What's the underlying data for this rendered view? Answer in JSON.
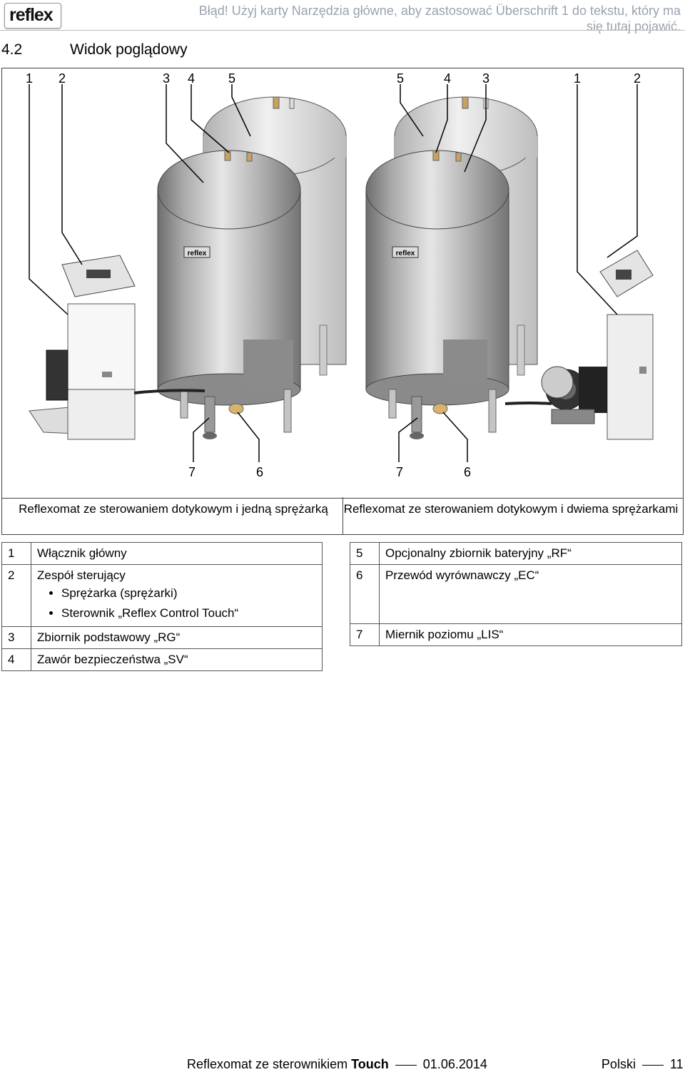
{
  "header": {
    "logo": "reflex",
    "error_line1": "Błąd! Użyj karty Narzędzia główne, aby zastosować Überschrift 1 do tekstu, który ma",
    "error_line2": "się tutaj pojawić."
  },
  "section": {
    "number": "4.2",
    "title": "Widok poglądowy"
  },
  "figure": {
    "top_numbers_left": [
      "1",
      "2",
      "3",
      "4",
      "5"
    ],
    "top_numbers_right": [
      "5",
      "4",
      "3",
      "1",
      "2"
    ],
    "bottom_numbers_left": [
      "7",
      "6"
    ],
    "bottom_numbers_right": [
      "7",
      "6"
    ],
    "tank_logo": "reflex",
    "caption_left": "Reflexomat ze sterowaniem dotykowym i jedną sprężarką",
    "caption_right": "Reflexomat ze sterowaniem dotykowym i dwiema sprężarkami"
  },
  "legend_left": [
    {
      "num": "1",
      "text": "Włącznik główny"
    },
    {
      "num": "2",
      "text": "Zespół sterujący",
      "bullets": [
        "Sprężarka (sprężarki)",
        "Sterownik „Reflex Control Touch“"
      ]
    },
    {
      "num": "3",
      "text": "Zbiornik podstawowy „RG“"
    },
    {
      "num": "4",
      "text": "Zawór bezpieczeństwa „SV“"
    }
  ],
  "legend_right": [
    {
      "num": "5",
      "text": "Opcjonalny zbiornik bateryjny „RF“"
    },
    {
      "num": "6",
      "text": "Przewód wyrównawczy „EC“"
    },
    {
      "num": "7",
      "text": "Miernik poziomu „LIS“"
    }
  ],
  "footer": {
    "doc": "Reflexomat ze sterownikiem",
    "doc_bold": "Touch",
    "date": "01.06.2014",
    "lang": "Polski",
    "page": "11"
  }
}
